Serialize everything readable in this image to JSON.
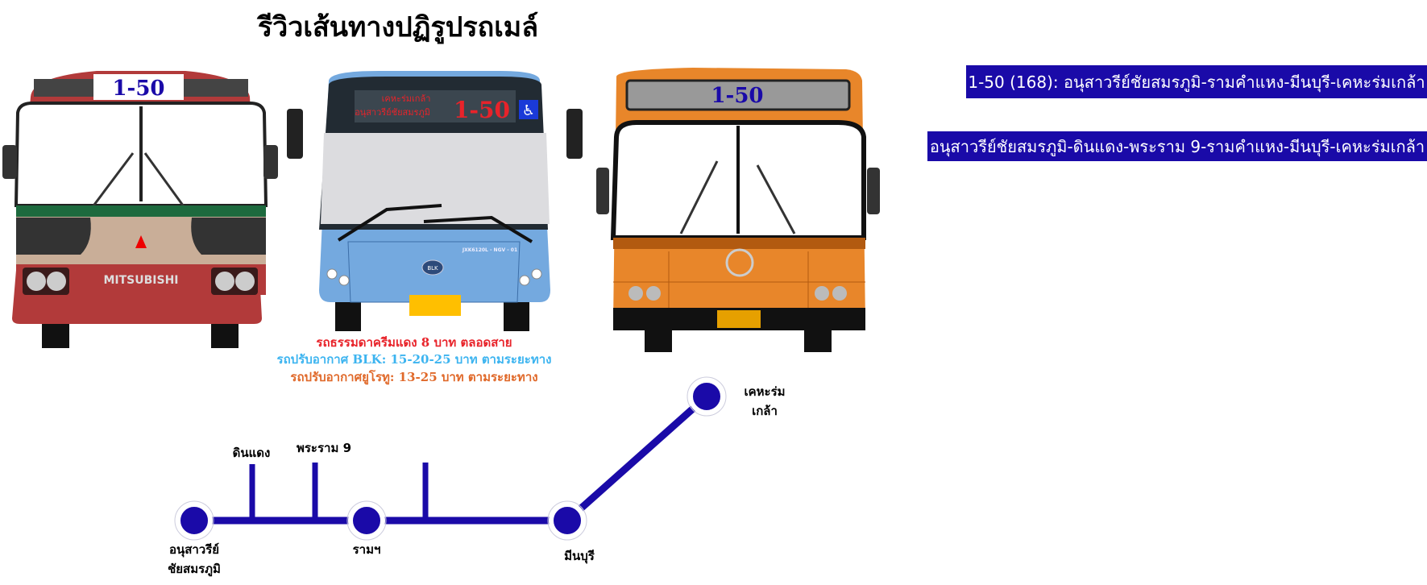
{
  "title": "รีวิวเส้นทางปฏิรูปรถเมล์",
  "route_boxes": [
    "1-50 (168): อนุสาวรีย์ชัยสมรภูมิ-รามคำแหง-มีนบุรี-เคหะร่มเกล้า",
    "อนุสาวรีย์ชัยสมรภูมิ-ดินแดง-พระราม 9-รามคำแหง-มีนบุรี-เคหะร่มเกล้า"
  ],
  "buses": {
    "red": {
      "sign": "1-50",
      "brand": "MITSUBISHI"
    },
    "blue": {
      "sign_dest": "เคหะร่มเกล้า",
      "sign_origin": "อนุสาวรีย์ชัยสมรภูมิ",
      "sign_number": "1-50",
      "model": "JXK6120L - NGV - 01",
      "logo": "BLK"
    },
    "orange": {
      "sign": "1-50"
    }
  },
  "fares": [
    {
      "text": "รถธรรมดาครีมแดง 8 บาท ตลอดสาย",
      "color": "#e8232a"
    },
    {
      "text": "รถปรับอากาศ BLK: 15-20-25 บาท ตามระยะทาง",
      "color": "#3cb4f0"
    },
    {
      "text": "รถปรับอากาศยูโรทู: 13-25 บาท ตามระยะทาง",
      "color": "#e0692a"
    }
  ],
  "map": {
    "line_color": "#1a0aa8",
    "stations": [
      {
        "name1": "อนุสาวรีย์",
        "name2": "ชัยสมรภูมิ"
      },
      {
        "name1": "รามฯ"
      },
      {
        "name1": "มีนบุรี"
      },
      {
        "name1": "เคหะร่ม",
        "name2": "เกล้า"
      }
    ],
    "branches": [
      "ดินแดง",
      "พระราม 9"
    ]
  }
}
